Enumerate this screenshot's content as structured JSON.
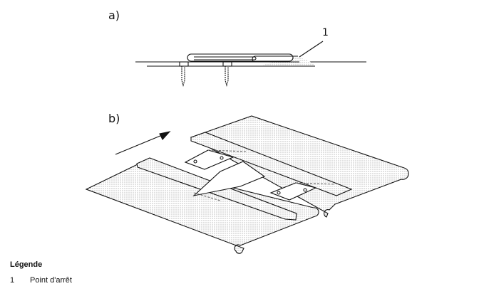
{
  "figure": {
    "part_a_label": "a)",
    "part_b_label": "b)",
    "callout_1": "1"
  },
  "legend": {
    "title": "Légende",
    "items": [
      {
        "number": "1",
        "text": "Point d'arrêt"
      }
    ]
  }
}
